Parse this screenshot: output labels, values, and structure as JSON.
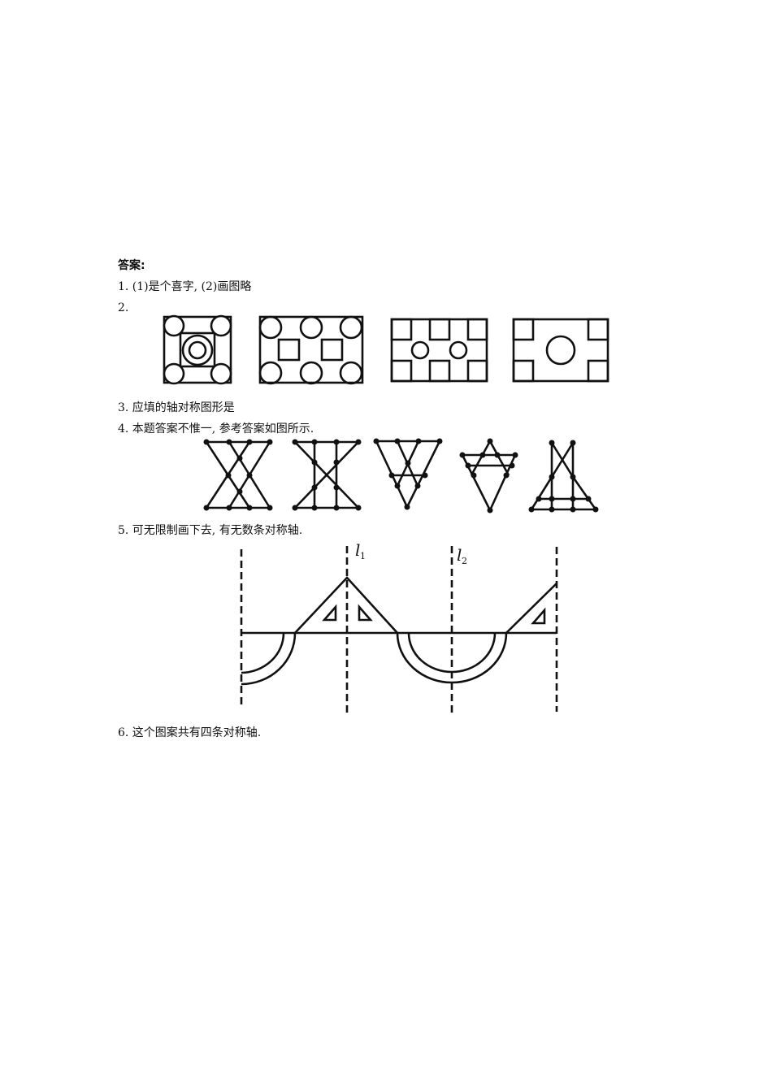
{
  "answers": {
    "heading": "答案:",
    "items": [
      {
        "number": "1.",
        "text": "1. (1)是个喜字, (2)画图略"
      },
      {
        "number": "2.",
        "text": "2."
      },
      {
        "number": "3.",
        "text": "3. 应填的轴对称图形是"
      },
      {
        "number": "4.",
        "text": "4. 本题答案不惟一, 参考答案如图所示."
      },
      {
        "number": "5.",
        "text": "5. 可无限制画下去, 有无数条对称轴."
      },
      {
        "number": "6.",
        "text": "6. 这个图案共有四条对称轴."
      }
    ]
  },
  "figures": {
    "problem2": [
      "square-with-concentric-circles",
      "rectangle-six-circles-two-squares",
      "rectangle-six-squares-two-circles",
      "rectangle-four-squares-one-circle"
    ],
    "problem4": [
      "x-shape",
      "x-with-bars",
      "inverted-triangle-v",
      "star-triangle",
      "a-frame"
    ],
    "problem5": {
      "axis_labels": [
        {
          "letter": "l",
          "sub": "1"
        },
        {
          "letter": "l",
          "sub": "2"
        }
      ]
    }
  }
}
